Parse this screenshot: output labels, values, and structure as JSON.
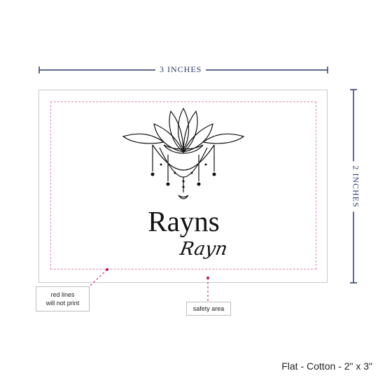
{
  "dimensions": {
    "width_label": "3 INCHES",
    "height_label": "2 INCHES"
  },
  "card": {
    "name": "Rayns",
    "script_name": "Rayn"
  },
  "callouts": {
    "red_lines_line1": "red lines",
    "red_lines_line2": "will not print",
    "safety_area": "safety area"
  },
  "footer": {
    "product": "Flat - Cotton - 2\" x 3\""
  },
  "colors": {
    "dimension": "#2b3a6b",
    "safe_line": "#e58aa8",
    "callout_dot": "#c2185b"
  },
  "icons": {
    "artwork": "lotus-icon"
  }
}
